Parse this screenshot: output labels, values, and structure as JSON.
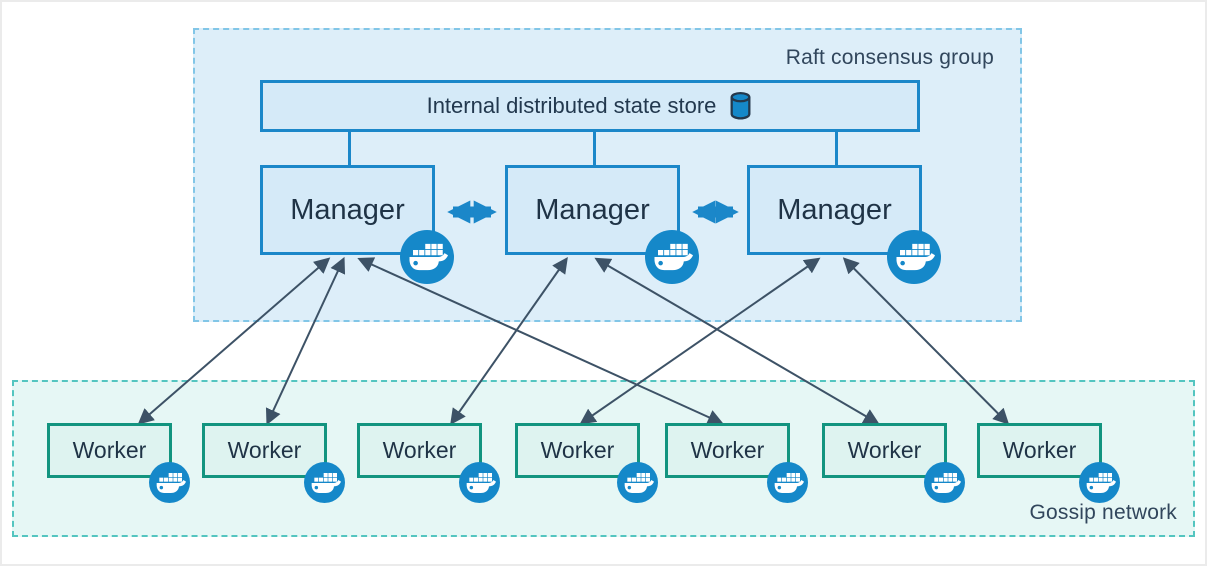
{
  "raft_group": {
    "label": "Raft consensus group",
    "state_store": {
      "label": "Internal distributed state store",
      "icon": "database-cylinder-icon"
    },
    "managers": [
      {
        "label": "Manager",
        "icon": "docker-whale-icon"
      },
      {
        "label": "Manager",
        "icon": "docker-whale-icon"
      },
      {
        "label": "Manager",
        "icon": "docker-whale-icon"
      }
    ]
  },
  "gossip_network": {
    "label": "Gossip network",
    "workers": [
      {
        "label": "Worker",
        "icon": "docker-whale-icon"
      },
      {
        "label": "Worker",
        "icon": "docker-whale-icon"
      },
      {
        "label": "Worker",
        "icon": "docker-whale-icon"
      },
      {
        "label": "Worker",
        "icon": "docker-whale-icon"
      },
      {
        "label": "Worker",
        "icon": "docker-whale-icon"
      },
      {
        "label": "Worker",
        "icon": "docker-whale-icon"
      },
      {
        "label": "Worker",
        "icon": "docker-whale-icon"
      }
    ]
  },
  "colors": {
    "raft_fill": "#ddeef9",
    "raft_border": "#82c6e7",
    "node_fill": "#d5eaf8",
    "node_border": "#1b87c9",
    "gossip_fill": "#e6f7f5",
    "gossip_border": "#54c5c0",
    "worker_fill": "#def3f0",
    "worker_border": "#12947f",
    "thick_arrow": "#1b87c9",
    "thin_arrow": "#3d5266",
    "group_label_text": "#31465c",
    "node_text": "#1f3346",
    "docker_badge": "#1588c9"
  },
  "connections": {
    "state_store_links": [
      "manager-1",
      "manager-2",
      "manager-3"
    ],
    "manager_peer_links": [
      {
        "from": "manager-1",
        "to": "manager-2",
        "style": "thick-double-arrow"
      },
      {
        "from": "manager-2",
        "to": "manager-3",
        "style": "thick-double-arrow"
      }
    ],
    "manager_worker_links": [
      {
        "from": "manager-1",
        "to": "worker-1",
        "from_dx": -21,
        "to_dx": 28
      },
      {
        "from": "manager-1",
        "to": "worker-2",
        "from_dx": -6,
        "to_dx": 1
      },
      {
        "from": "manager-1",
        "to": "worker-5",
        "from_dx": 10,
        "to_dx": -8
      },
      {
        "from": "manager-2",
        "to": "worker-3",
        "from_dx": -28,
        "to_dx": 30
      },
      {
        "from": "manager-2",
        "to": "worker-6",
        "from_dx": 2,
        "to_dx": -9
      },
      {
        "from": "manager-3",
        "to": "worker-4",
        "from_dx": -18,
        "to_dx": 2
      },
      {
        "from": "manager-3",
        "to": "worker-7",
        "from_dx": 8,
        "to_dx": -34
      }
    ]
  }
}
